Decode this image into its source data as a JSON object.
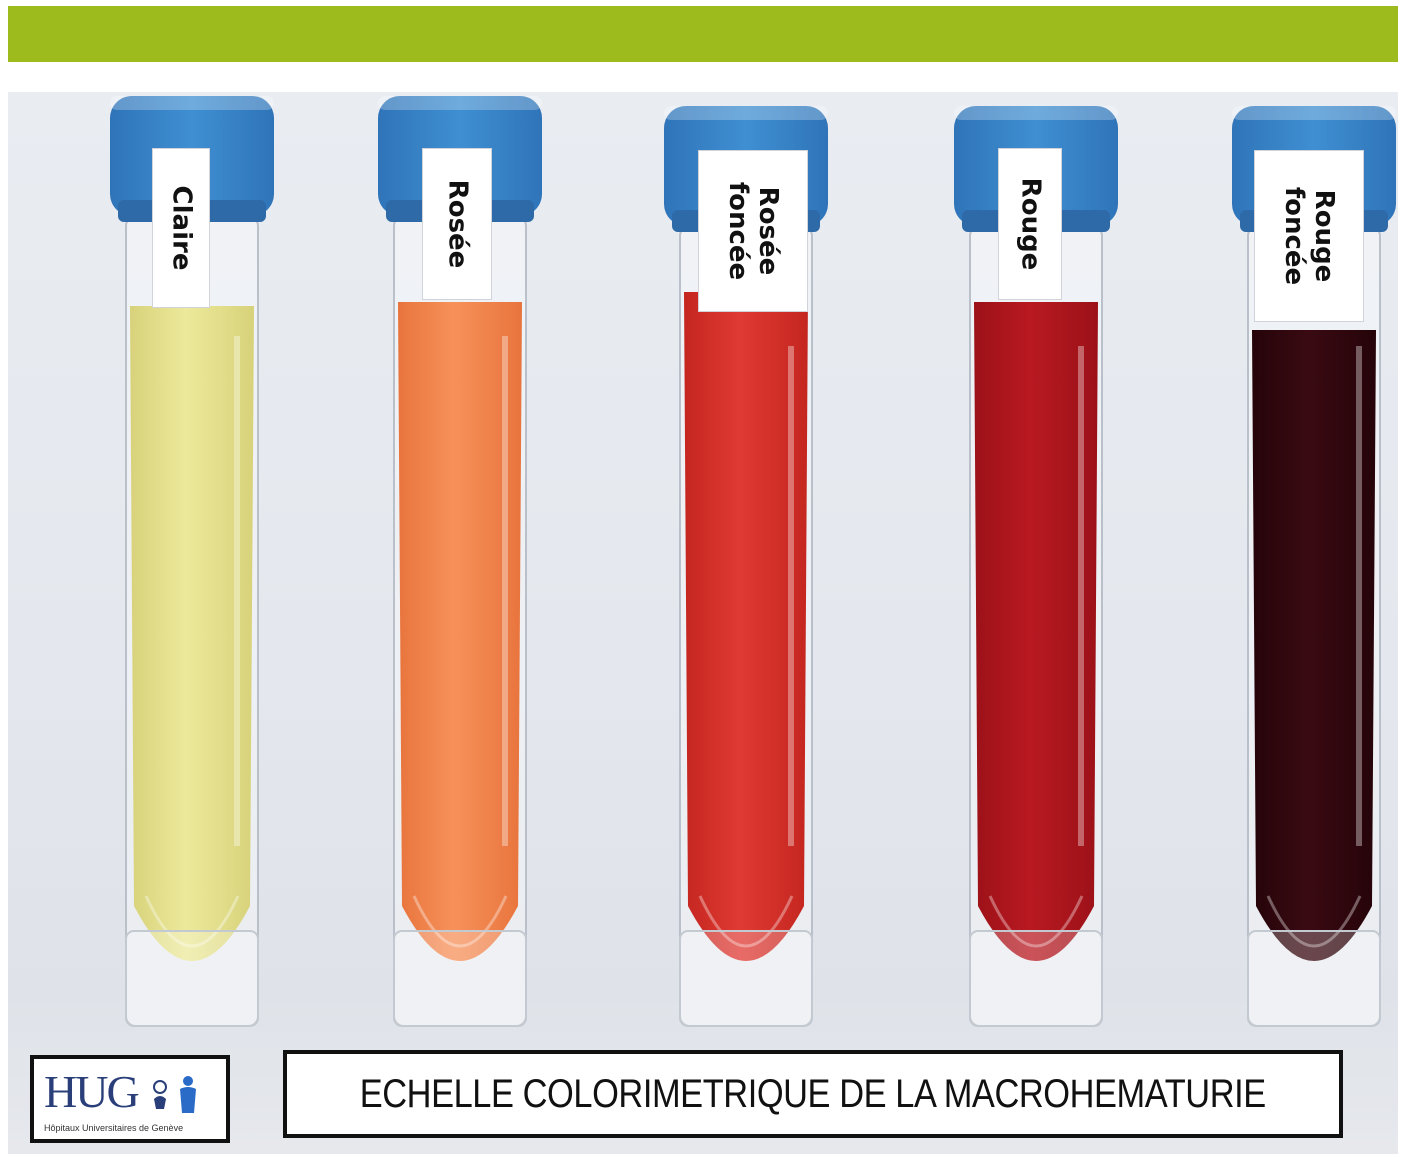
{
  "accent_bar_color": "#9dbb1c",
  "tubes": [
    {
      "label": "Claire",
      "liquid": "#ece99b",
      "liquid_dark": "#d7d27a",
      "cap": "#3f8fd2"
    },
    {
      "label": "Rosée",
      "liquid": "#f7915a",
      "liquid_dark": "#e8743d",
      "cap": "#3f8fd2"
    },
    {
      "label": "Rosée\nfoncée",
      "liquid": "#e03a34",
      "liquid_dark": "#c4261f",
      "cap": "#3f8fd2"
    },
    {
      "label": "Rouge",
      "liquid": "#b91921",
      "liquid_dark": "#9c1118",
      "cap": "#3f8fd2"
    },
    {
      "label": "Rouge\nfoncée",
      "liquid": "#3a0a12",
      "liquid_dark": "#250409",
      "cap": "#3f8fd2"
    }
  ],
  "logo": {
    "text": "HUG",
    "subtitle": "Hôpitaux Universitaires de Genève"
  },
  "title": "ECHELLE COLORIMETRIQUE DE LA MACROHEMATURIE"
}
